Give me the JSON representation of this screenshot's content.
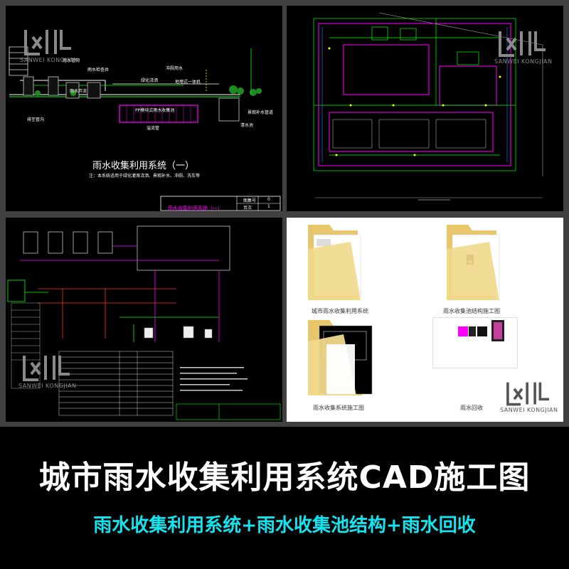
{
  "panel1": {
    "drawing_title": "雨水收集利用系统（一）",
    "note": "注：本系统适用于绿化灌溉浇洒、景观补水、冲厕、洗车等",
    "table_title": "雨水收集利用系统（一）",
    "table_label_1": "图集号",
    "table_label_2": "页次",
    "table_value_1": "0",
    "table_value_2": "1",
    "labels": [
      "雨水管网",
      "排至管沟",
      "雨水检查井",
      "雨水弃流",
      "绿化浇洒",
      "冲厕用水",
      "地埋式一体机",
      "PP模块式雨水收集池",
      "溢流管",
      "景观补水管道",
      "清水池"
    ]
  },
  "panel4": {
    "folders": [
      {
        "caption": "城市雨水收集利用系统"
      },
      {
        "caption": "雨水收集池结构施工图"
      },
      {
        "caption": "雨水收集系统施工图"
      }
    ],
    "file_caption": "雨水回收"
  },
  "watermark": {
    "sub": "SANWEI KONGJIAN"
  },
  "banner": {
    "title": "城市雨水收集利用系统CAD施工图",
    "subtitle": "雨水收集利用系统+雨水收集池结构+雨水回收"
  },
  "colors": {
    "cad_background": "#000000",
    "frame": "#404040",
    "title_text": "#ffffff",
    "subtitle_text": "#12e5f0",
    "magenta": "#ff00ff",
    "green": "#00ff00",
    "folder": "#f1d98c"
  }
}
